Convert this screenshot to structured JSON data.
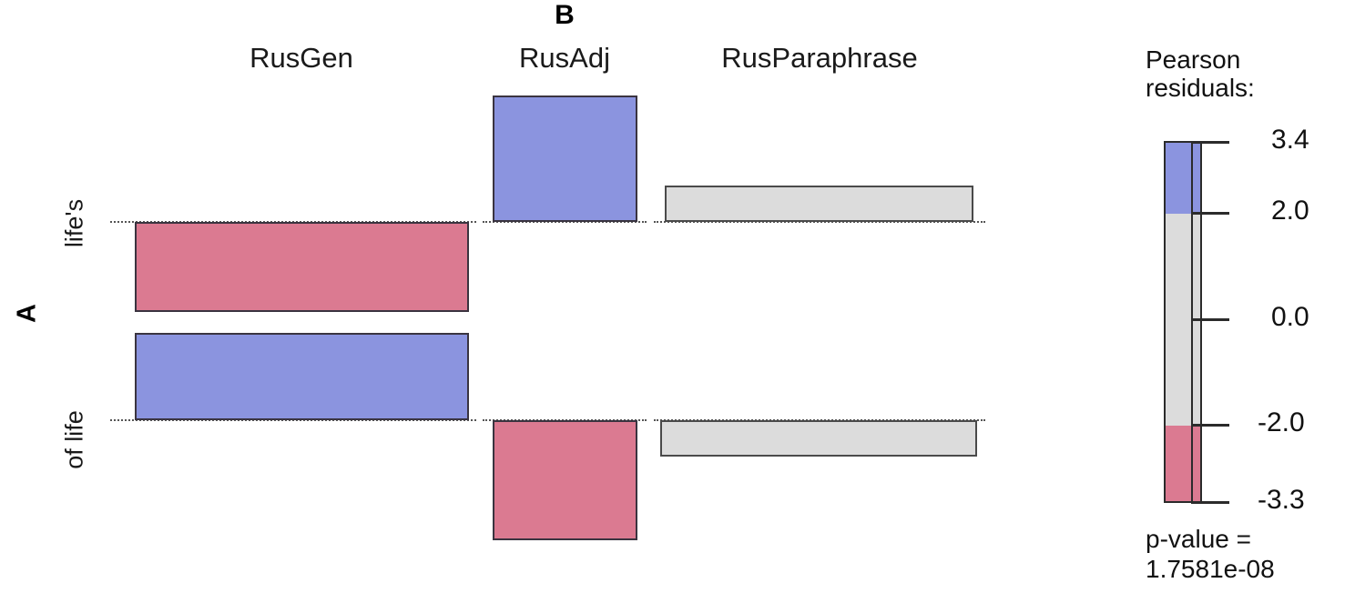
{
  "chart_data": {
    "type": "table",
    "plot_kind": "association-plot",
    "title": "",
    "xlabel": "B",
    "ylabel": "A",
    "categories": [
      "RusGen",
      "RusAdj",
      "RusParaphrase"
    ],
    "rows": [
      "life's",
      "of life"
    ],
    "cells": [
      {
        "row": "life's",
        "column": "RusGen",
        "residual": -3.3,
        "sign": "negative",
        "color": "#db7a91",
        "direction": "below-baseline"
      },
      {
        "row": "life's",
        "column": "RusAdj",
        "residual": 3.4,
        "sign": "positive",
        "color": "#8b94df",
        "direction": "above-baseline"
      },
      {
        "row": "life's",
        "column": "RusParaphrase",
        "residual": 0.9,
        "sign": "neutral",
        "color": "#dcdcdc",
        "direction": "above-baseline"
      },
      {
        "row": "of life",
        "column": "RusGen",
        "residual": 2.8,
        "sign": "positive",
        "color": "#8b94df",
        "direction": "above-baseline"
      },
      {
        "row": "of life",
        "column": "RusAdj",
        "residual": -3.1,
        "sign": "negative",
        "color": "#db7a91",
        "direction": "below-baseline"
      },
      {
        "row": "of life",
        "column": "RusParaphrase",
        "residual": -0.9,
        "sign": "neutral",
        "color": "#dcdcdc",
        "direction": "below-baseline"
      }
    ],
    "legend": {
      "title_line1": "Pearson",
      "title_line2": "residuals:",
      "ticks": [
        "3.4",
        "2.0",
        "0.0",
        "-2.0",
        "-3.3"
      ],
      "tick_values": [
        3.4,
        2.0,
        0.0,
        -2.0,
        -3.3
      ],
      "bands": [
        {
          "label": "positive",
          "range": [
            2.0,
            3.4
          ],
          "color": "#8b94df"
        },
        {
          "label": "neutral",
          "range": [
            -2.0,
            2.0
          ],
          "color": "#dcdcdc"
        },
        {
          "label": "negative",
          "range": [
            -3.3,
            -2.0
          ],
          "color": "#db7a91"
        }
      ],
      "position": "right"
    },
    "annotations": {
      "p_value_label": "p-value =",
      "p_value": "1.7581e-08"
    },
    "colors": {
      "positive": "#8b94df",
      "neutral": "#dcdcdc",
      "negative": "#db7a91",
      "tile_border": "#3a3440",
      "baseline": "#555555"
    }
  },
  "axes": {
    "top_title": "B",
    "left_title": "A",
    "columns": [
      {
        "label": "RusGen"
      },
      {
        "label": "RusAdj"
      },
      {
        "label": "RusParaphrase"
      }
    ],
    "rows": [
      {
        "label": "life's"
      },
      {
        "label": "of life"
      }
    ]
  },
  "legend": {
    "title_line1": "Pearson",
    "title_line2": "residuals:",
    "ticks": [
      {
        "value": "3.4"
      },
      {
        "value": "2.0"
      },
      {
        "value": "0.0"
      },
      {
        "value": "-2.0"
      },
      {
        "value": "-3.3"
      }
    ],
    "p_value_label": "p-value =",
    "p_value": "1.7581e-08"
  }
}
